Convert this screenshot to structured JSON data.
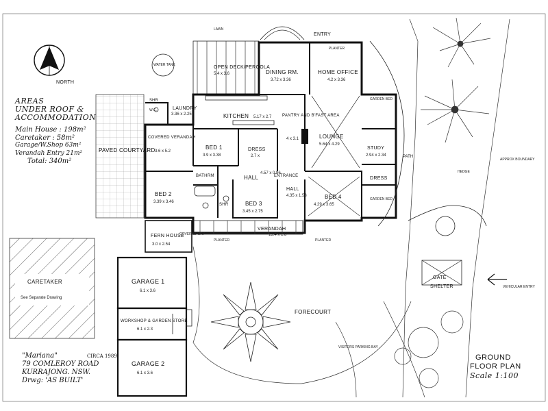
{
  "areas": {
    "heading_1": "AREAS",
    "heading_2": "UNDER ROOF &",
    "heading_3": "ACCOMMODATION",
    "rows": [
      {
        "label": "Main House :",
        "value": "198m²"
      },
      {
        "label": "Caretaker :",
        "value": "58m²"
      },
      {
        "label": "Garage/W.Shop",
        "value": "63m²"
      },
      {
        "label": "Verandah Entry",
        "value": "21m²"
      }
    ],
    "total_label": "Total:",
    "total_value": "340m²"
  },
  "north": {
    "label": "NORTH"
  },
  "title_block": {
    "name": "\"Mariana\"",
    "circa": "CIRCA 1989",
    "address_1": "79 COMLEROY ROAD",
    "address_2": "KURRAJONG. NSW.",
    "drawing": "Drwg: 'AS BUILT'"
  },
  "sheet": {
    "line_1": "GROUND",
    "line_2": "FLOOR PLAN",
    "scale": "Scale 1:100"
  },
  "site": {
    "lawn": "LAWN",
    "entry_top": "ENTRY",
    "planter": "PLANTER",
    "paved_courtyard": "PAVED COURTYARD",
    "forecourt": "FORECOURT",
    "visitors_parking": "VISITORS PARKING BAY",
    "gate": "GATE",
    "shelter": "SHELTER",
    "vehicular_entry": "VEHICULAR ENTRY",
    "path": "PATH",
    "hedge": "HEDGE",
    "approx_boundary": "APPROX BOUNDARY",
    "garden_bed": "GARDEN BED",
    "water_tank": "WATER TANK",
    "covered_way": "COVERED WAY",
    "caretaker": "CARETAKER",
    "caretaker_note": "See Separate Drawing"
  },
  "rooms": {
    "open_deck": {
      "name": "OPEN DECK/PERGOLA",
      "size": "5.4 x 3.6"
    },
    "dining": {
      "name": "DINING RM.",
      "size": "3.72 x 3.36"
    },
    "home_office": {
      "name": "HOME OFFICE",
      "size": "4.2 x 3.36"
    },
    "kitchen": {
      "name": "KITCHEN",
      "size": "5.17 x 2.7"
    },
    "laundry": {
      "name": "LAUNDRY",
      "size": "3.36 x 2.25"
    },
    "shr_top": {
      "name": "SHR"
    },
    "wc": {
      "name": "W.C."
    },
    "pantry": {
      "name": "PANTRY AND B'FAST AREA",
      "size": "4 x 3.1"
    },
    "lounge": {
      "name": "LOUNGE",
      "size": "5.64 x 4.29"
    },
    "study": {
      "name": "STUDY",
      "size": "2.94 x 2.34"
    },
    "covered_verandah": {
      "name": "COVERED VERANDAH",
      "size": "3.6 x 5.2"
    },
    "bed1": {
      "name": "BED 1",
      "size": "3.9 x 3.38"
    },
    "dress_top": {
      "name": "DRESS",
      "size": "2.7 x"
    },
    "bed2": {
      "name": "BED 2",
      "size": "3.39 x 3.46"
    },
    "bathroom": {
      "name": "BATHRM"
    },
    "shr_mid": {
      "name": "SHR"
    },
    "hall": {
      "name": "HALL",
      "size": "4.57 x 0.96"
    },
    "entrance": {
      "name": "ENTRANCE"
    },
    "hall2": {
      "name": "HALL",
      "size": "4.35 x 1.53"
    },
    "bed3": {
      "name": "BED 3",
      "size": "3.45 x 2.75"
    },
    "bed4": {
      "name": "BED 4",
      "size": "4.29 x 3.65"
    },
    "dress_right": {
      "name": "DRESS"
    },
    "verandah": {
      "name": "VERANDAH",
      "size": "13.4 x 1.8"
    },
    "fern_house": {
      "name": "FERN HOUSE",
      "size": "3.0 x 2.54"
    },
    "garage1": {
      "name": "GARAGE 1",
      "size": "6.1 x 3.6"
    },
    "workshop": {
      "name": "WORKSHOP & GARDEN STORE",
      "size": "6.1 x 2.3"
    },
    "garage2": {
      "name": "GARAGE 2",
      "size": "6.1 x 3.6"
    }
  }
}
